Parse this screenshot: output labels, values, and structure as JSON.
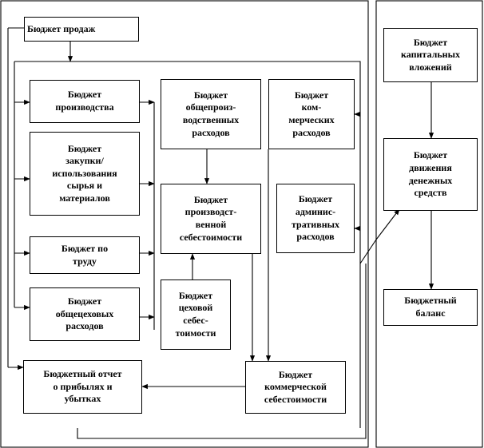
{
  "boxes": {
    "sales": "Бюджет продаж",
    "production": "Бюджет\nпроизводства",
    "purchases": "Бюджет\nзакупки/\nиспользования\nсырья и\nматериалов",
    "labor": "Бюджет по\nтруду",
    "shop_overhead": "Бюджет\nобщецеховых\nрасходов",
    "general_production": "Бюджет\nобщепроиз-\nводственных\nрасходов",
    "commercial_expenses": "Бюджет\nком-\nмерческих\nрасходов",
    "production_cost": "Бюджет\nпроизводст-\nвенной\nсебестоимости",
    "admin_expenses": "Бюджет\nадминис-\nтративных\nрасходов",
    "shop_cost": "Бюджет\nцеховой\nсебес-\nтоимости",
    "profit_loss": "Бюджетный отчет\nо прибылях и\nубытках",
    "commercial_cost": "Бюджет\nкоммерческой\nсебестоимости",
    "capital": "Бюджет\nкапитальных\nвложений",
    "cash_flow": "Бюджет\nдвижения\nденежных\nсредств",
    "balance": "Бюджетный\nбаланс"
  }
}
